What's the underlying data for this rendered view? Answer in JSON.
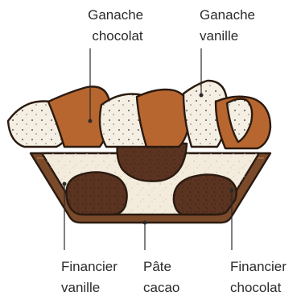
{
  "labels": {
    "ganache_chocolat": [
      "Ganache",
      "chocolat"
    ],
    "ganache_vanille": [
      "Ganache",
      "vanille"
    ],
    "financier_vanille": [
      "Financier",
      "vanille"
    ],
    "pate_cacao": [
      "Pâte",
      "cacao"
    ],
    "financier_chocolat": [
      "Financier",
      "chocolat"
    ]
  },
  "colors": {
    "pastry_shell": "#7a4a2a",
    "pastry_rim": "#5e3520",
    "financier_vanille": "#f3ecdd",
    "chocolate_dark": "#5a3420",
    "ganache_chocolat": "#b8662f",
    "ganache_vanille": "#f5efe3",
    "outline": "#2a1a10"
  }
}
